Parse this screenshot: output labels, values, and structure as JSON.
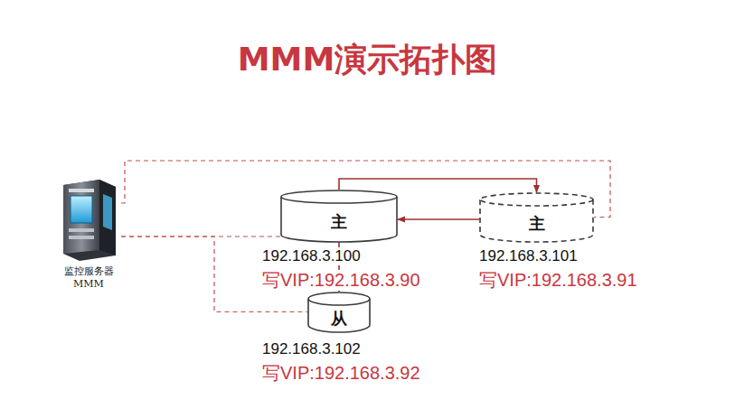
{
  "diagram": {
    "title": "MMM演示拓扑图",
    "nodes": [
      {
        "text": [
          "监控服务器 MMM"
        ]
      },
      {
        "text": [
          "主",
          "192.168.3.100",
          "写VIP:192.168.3.90"
        ]
      },
      {
        "text": [
          "主",
          "192.168.3.101",
          "写VIP:192.168.3.91"
        ]
      },
      {
        "text": [
          "从",
          "192.168.3.102",
          "写VIP:192.168.3.92"
        ]
      }
    ],
    "edges": [
      {
        "from": 0,
        "to": 1,
        "arrow": "none"
      },
      {
        "from": 0,
        "to": 2,
        "arrow": "none"
      },
      {
        "from": 0,
        "to": 3,
        "arrow": "none"
      },
      {
        "from": 1,
        "to": 2,
        "arrow": "to"
      },
      {
        "from": 2,
        "to": 1,
        "arrow": "to"
      },
      {
        "from": 1,
        "to": 3,
        "arrow": "to"
      }
    ]
  }
}
